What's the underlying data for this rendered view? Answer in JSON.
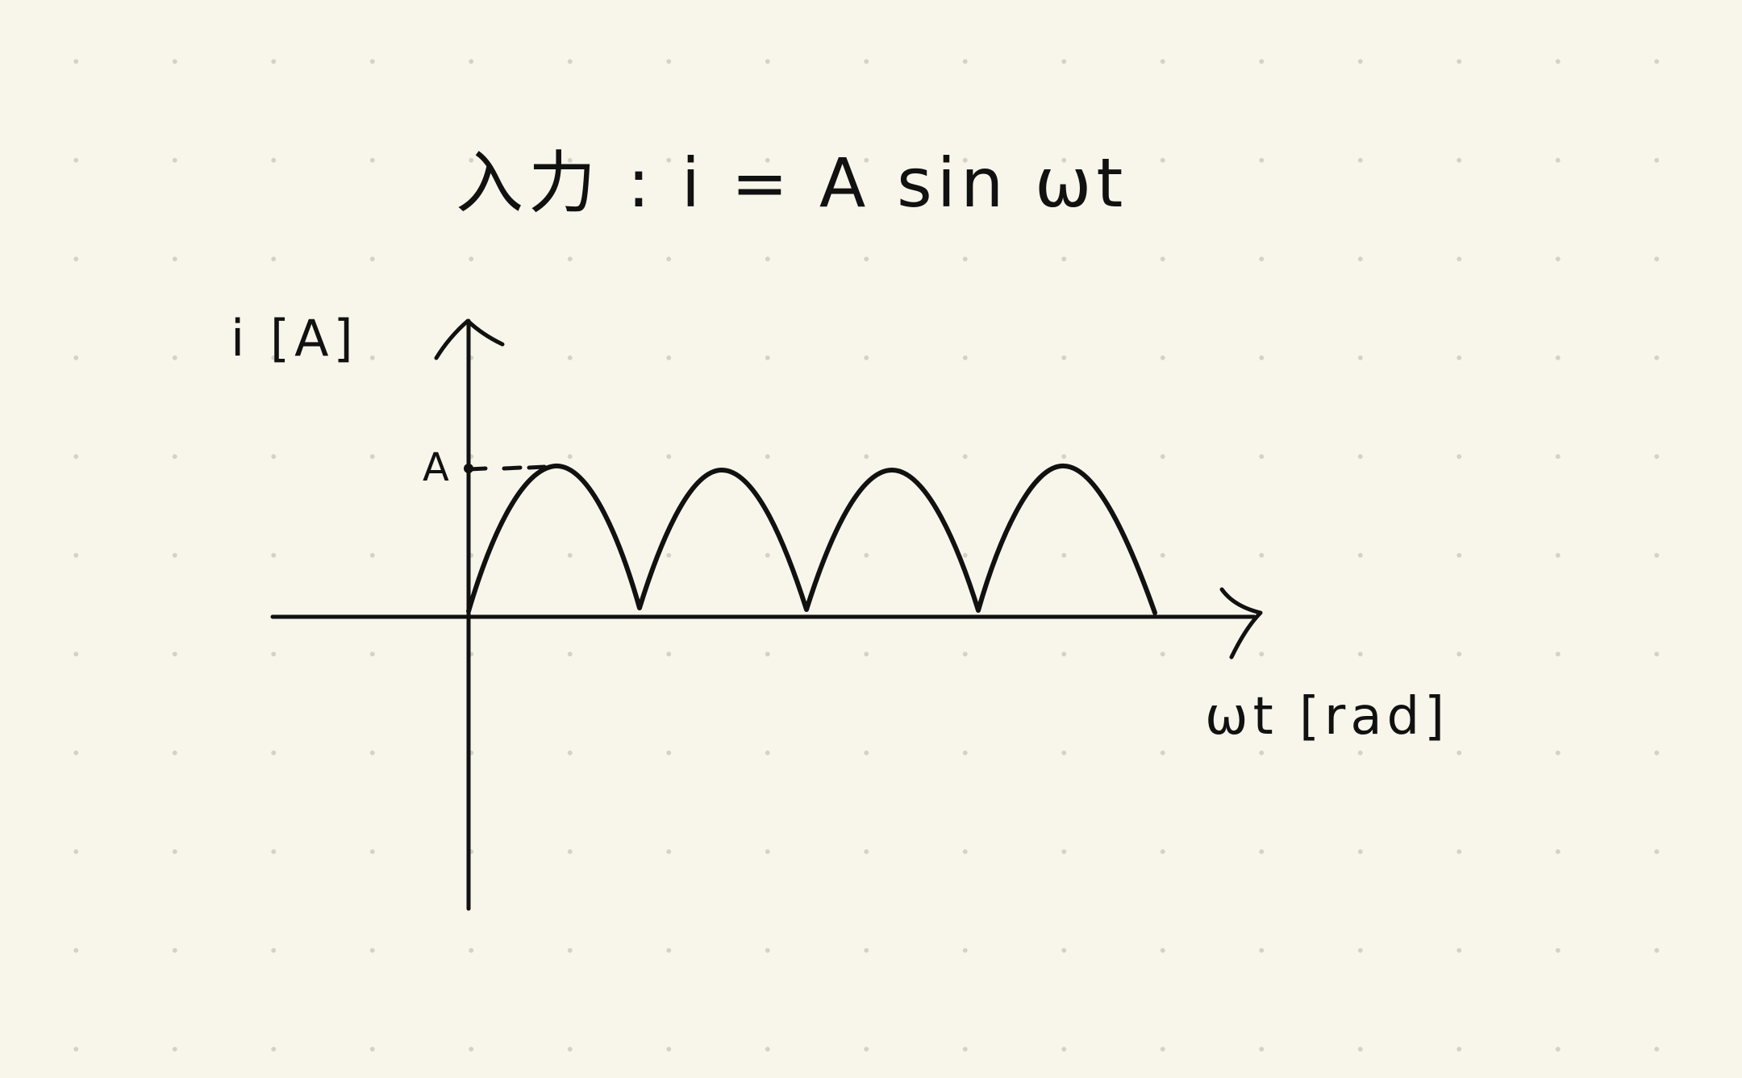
{
  "equation": "入力 : i = A sin ωt",
  "y_axis_label": "i [A]",
  "x_axis_label": "ωt [rad]",
  "amplitude_label": "A",
  "colors": {
    "ink": "#111111",
    "paper": "#f8f6eb",
    "dots": "#d4d2c8"
  },
  "waveform": {
    "type": "full-wave rectified sine",
    "formula": "|A sin ωt|",
    "arches": 4,
    "peak": "A"
  }
}
